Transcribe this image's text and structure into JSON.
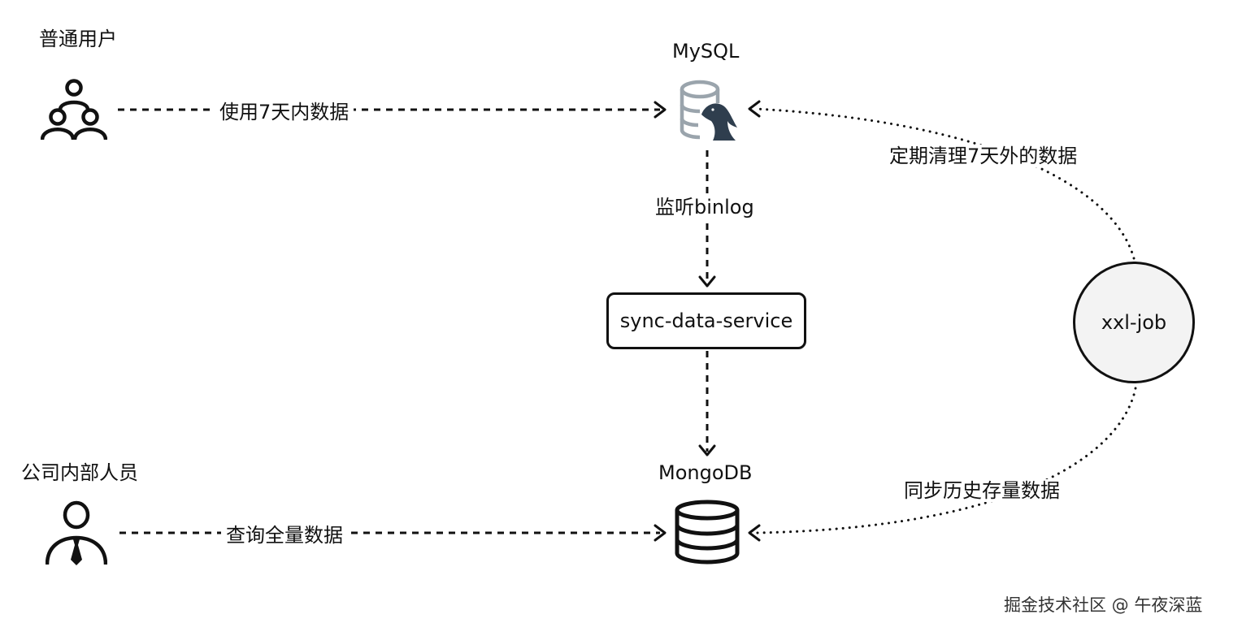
{
  "nodes": {
    "normal_user": "普通用户",
    "internal_staff": "公司内部人员",
    "mysql": "MySQL",
    "mongodb": "MongoDB",
    "sync_service": "sync-data-service",
    "xxl_job": "xxl-job"
  },
  "edges": {
    "user_to_mysql": "使用7天内数据",
    "mysql_to_sync": "监听binlog",
    "staff_to_mongo": "查询全量数据",
    "job_to_mysql": "定期清理7天外的数据",
    "job_to_mongo": "同步历史存量数据"
  },
  "watermark": "掘金技术社区 @ 午夜深蓝",
  "icons": {
    "normal_user": "user-group-icon",
    "internal_staff": "businessman-icon",
    "mysql": "mysql-database-icon",
    "mongodb": "database-icon"
  }
}
